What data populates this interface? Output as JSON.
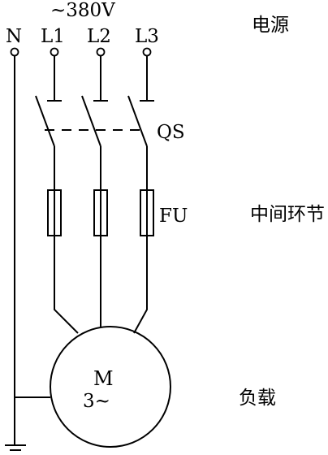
{
  "supply": {
    "voltage": "~380V",
    "terminals": [
      "N",
      "L1",
      "L2",
      "L3"
    ]
  },
  "labels": {
    "power_source": "电源",
    "switch": "QS",
    "fuse": "FU",
    "intermediate": "中间环节",
    "load": "负载"
  },
  "motor": {
    "letter": "M",
    "phase": "3~"
  }
}
